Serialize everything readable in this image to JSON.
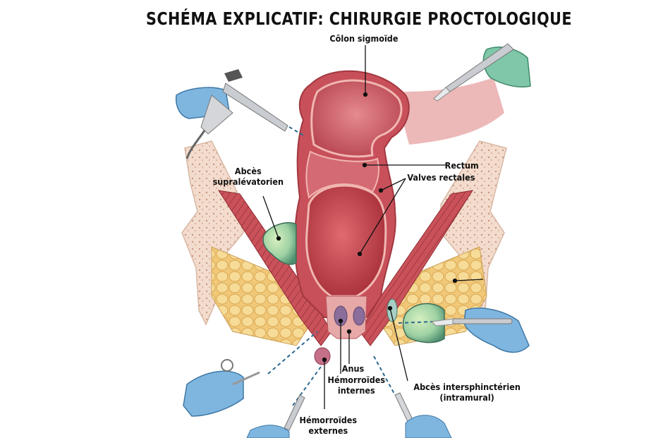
{
  "title": "SCHÉMA EXPLICATIF: CHIRURGIE PROCTOLOGIQUE",
  "labels": {
    "colon": "Côlon sigmoïde",
    "rectum": "Rectum",
    "valves": "Valves rectales",
    "abces_supra_1": "Abcès",
    "abces_supra_2": "supralévatorien",
    "anus": "Anus",
    "hemo_int_1": "Hémorroïdes",
    "hemo_int_2": "internes",
    "hemo_ext_1": "Hémorroïdes",
    "hemo_ext_2": "externes",
    "abces_inter_1": "Abcès intersphinctérien",
    "abces_inter_2": "(intramural)"
  },
  "instruments": [
    "anoscope",
    "scalpel-top-right",
    "scalpel-right",
    "forceps-bottom-left",
    "scalpel-bottom-left",
    "probe-bottom-right"
  ],
  "colors": {
    "tissue": "#d9636a",
    "tissue_dark": "#a8363d",
    "fat": "#f3d27f",
    "bone": "#f2d6c6",
    "abscess": "#9ccfa0",
    "glove_blue": "#7fb6e0",
    "glove_green": "#7fc7a8",
    "steel": "#c9ccd0"
  }
}
